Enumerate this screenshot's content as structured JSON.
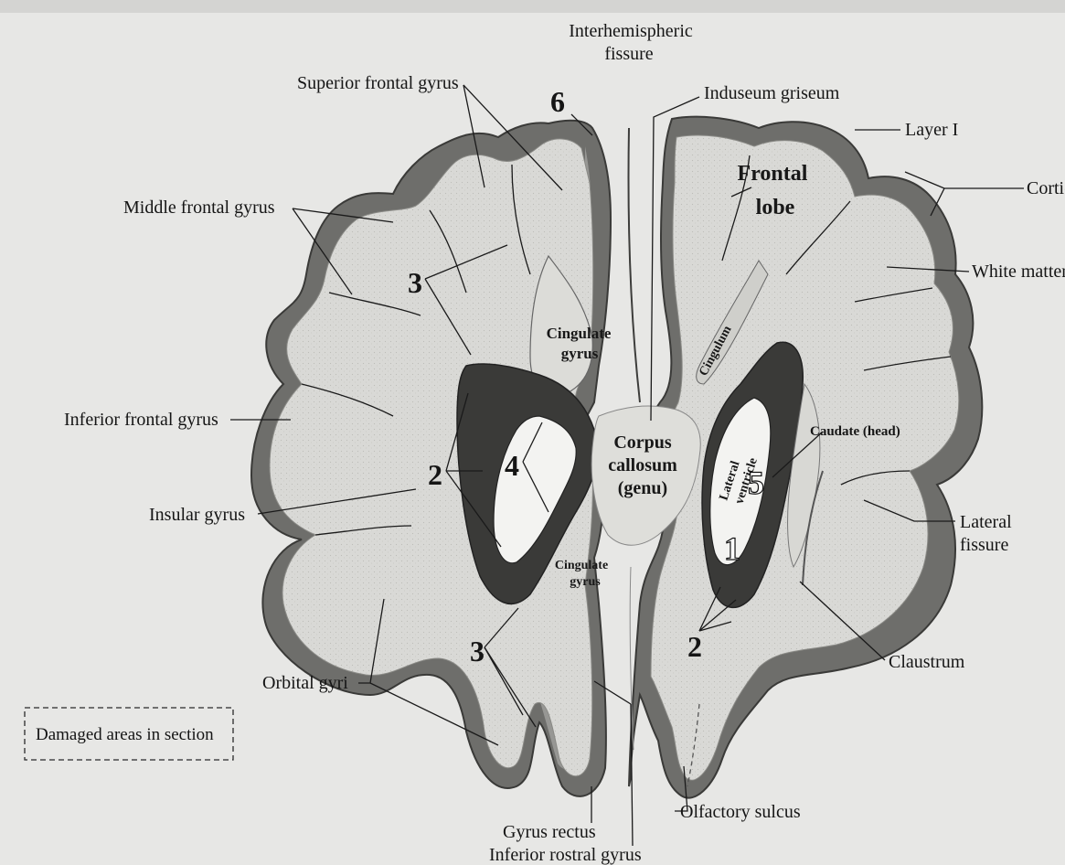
{
  "labels": {
    "interhemispheric": [
      "Interhemispheric",
      "fissure"
    ],
    "superior_frontal_gyrus": "Superior frontal gyrus",
    "induseum_griseum": "Induseum griseum",
    "layer_i": "Layer I",
    "cortical_plate": "Cortical plat",
    "white_matter": "White matter",
    "middle_frontal_gyrus": "Middle frontal gyrus",
    "inferior_frontal_gyrus": "Inferior frontal gyrus",
    "insular_gyrus": "Insular gyrus",
    "orbital_gyri": "Orbital gyri",
    "caudate_head": "Caudate (head)",
    "lateral_fissure": [
      "Lateral",
      "fissure"
    ],
    "claustrum": "Claustrum",
    "olfactory_sulcus": "Olfactory sulcus",
    "gyrus_rectus": "Gyrus rectus",
    "inferior_rostral_gyrus": "Inferior rostral gyrus",
    "frontal_lobe": [
      "Frontal",
      "lobe"
    ],
    "cingulate_gyrus_upper": [
      "Cingulate",
      "gyrus"
    ],
    "cingulate_gyrus_lower": [
      "Cingulate",
      "gyrus"
    ],
    "cingulum": "Cingulum",
    "corpus_callosum": [
      "Corpus",
      "callosum",
      "(genu)"
    ],
    "lateral_ventricle": [
      "Lateral",
      "ventricle"
    ]
  },
  "numbers": {
    "n1": "1",
    "n2_left": "2",
    "n2_right": "2",
    "n3_upper": "3",
    "n3_lower": "3",
    "n4": "4",
    "n5": "5",
    "n6": "6"
  },
  "legend": {
    "damaged_areas": "Damaged areas in section"
  }
}
